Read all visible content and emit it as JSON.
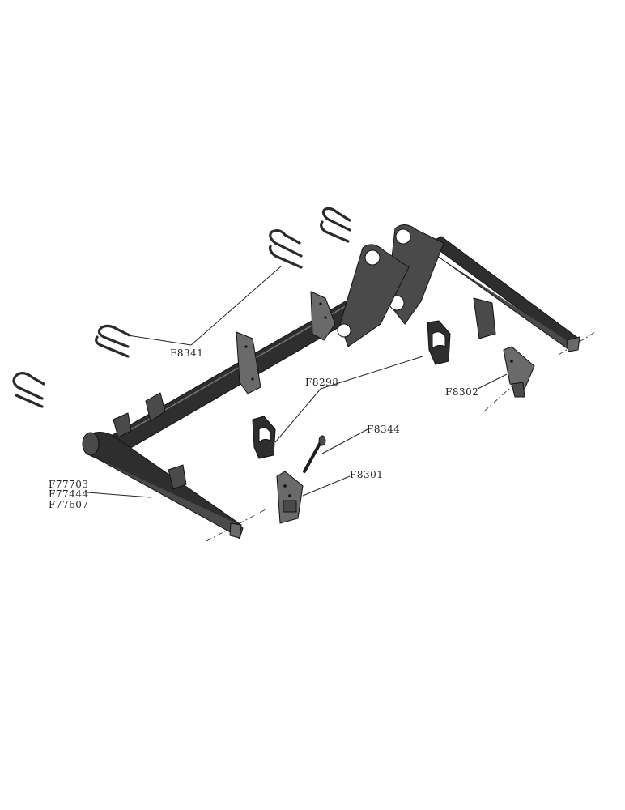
{
  "labels": {
    "u_bolt": "F8341",
    "clamp_block": "F8298",
    "right_bracket": "F8302",
    "pin": "F8344",
    "left_bracket": "F8301",
    "arm_1": "F77703",
    "arm_2": "F77444",
    "arm_3": "F77607"
  }
}
